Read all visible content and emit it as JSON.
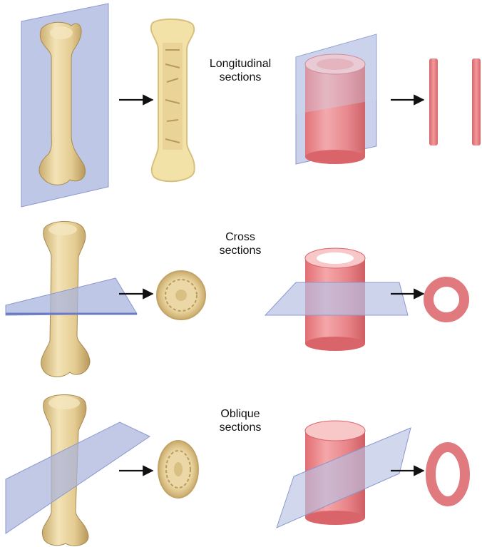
{
  "rows": [
    {
      "id": "longitudinal",
      "label_line1": "Longitudinal",
      "label_line2": "sections"
    },
    {
      "id": "cross",
      "label_line1": "Cross",
      "label_line2": "sections"
    },
    {
      "id": "oblique",
      "label_line1": "Oblique",
      "label_line2": "sections"
    }
  ],
  "colors": {
    "bone": "#e9d5a3",
    "bone_shadow": "#c9ab6c",
    "bone_section": "#f2e2b0",
    "cylinder": "#e77f83",
    "cylinder_dark": "#cf5e63",
    "cylinder_light": "#f6b9ba",
    "plane": "#aab4de",
    "plane_edge": "#7f8fcb",
    "arrow": "#111111"
  },
  "icons": [
    "femur-icon",
    "cutting-plane-icon",
    "cylinder-icon",
    "arrow-right-icon",
    "bone-section-icon",
    "ring-section-icon"
  ]
}
